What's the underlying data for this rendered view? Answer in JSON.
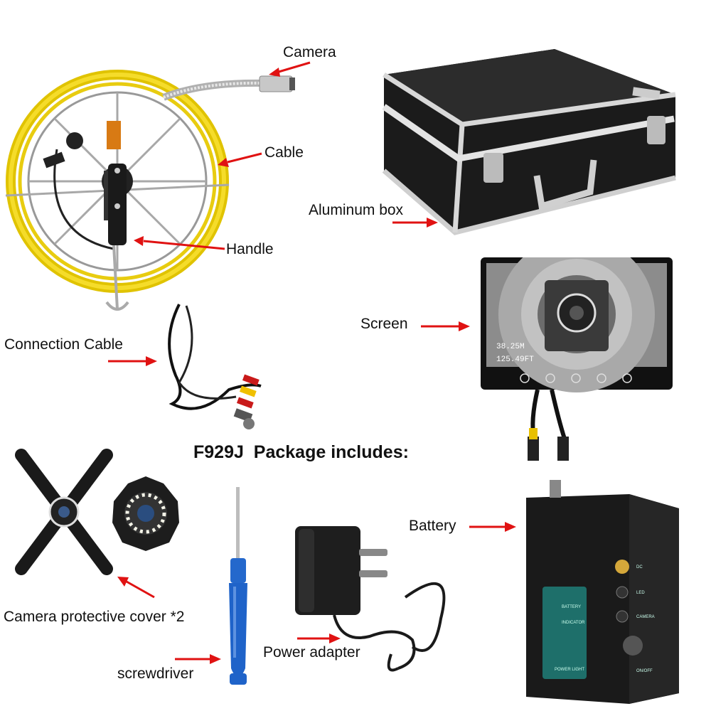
{
  "title": "F929J  Package includes:",
  "labels": {
    "camera": "Camera",
    "cable": "Cable",
    "handle": "Handle",
    "aluminum_box": "Aluminum box",
    "screen": "Screen",
    "connection_cable": "Connection Cable",
    "battery": "Battery",
    "camera_protective_cover": "Camera protective cover *2",
    "power_adapter": "Power adapter",
    "screwdriver": "screwdriver"
  },
  "screen_osd": {
    "meters": "38.25M",
    "feet": "125.49FT"
  },
  "battery_panel": {
    "battery": "BATTERY",
    "indicator": "INDICATOR",
    "power_light": "POWER LIGHT",
    "side_1": "CAMERA",
    "side_2": "LED",
    "side_3": "DC",
    "side_4": "ON/OFF"
  },
  "colors": {
    "arrow": "#e01212",
    "cable_yellow": "#f2d21b",
    "screwdriver_blue": "#1f63c9"
  }
}
